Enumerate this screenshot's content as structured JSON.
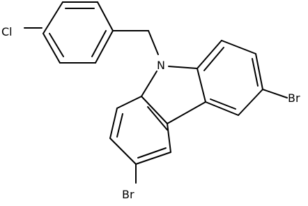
{
  "structure": {
    "atoms": [
      {
        "id": "Cl",
        "label": "Cl"
      },
      {
        "id": "N",
        "label": "N"
      },
      {
        "id": "Br1",
        "label": "Br"
      },
      {
        "id": "Br2",
        "label": "Br"
      }
    ]
  },
  "colors": {
    "bond": "#000000",
    "background": "#ffffff"
  }
}
